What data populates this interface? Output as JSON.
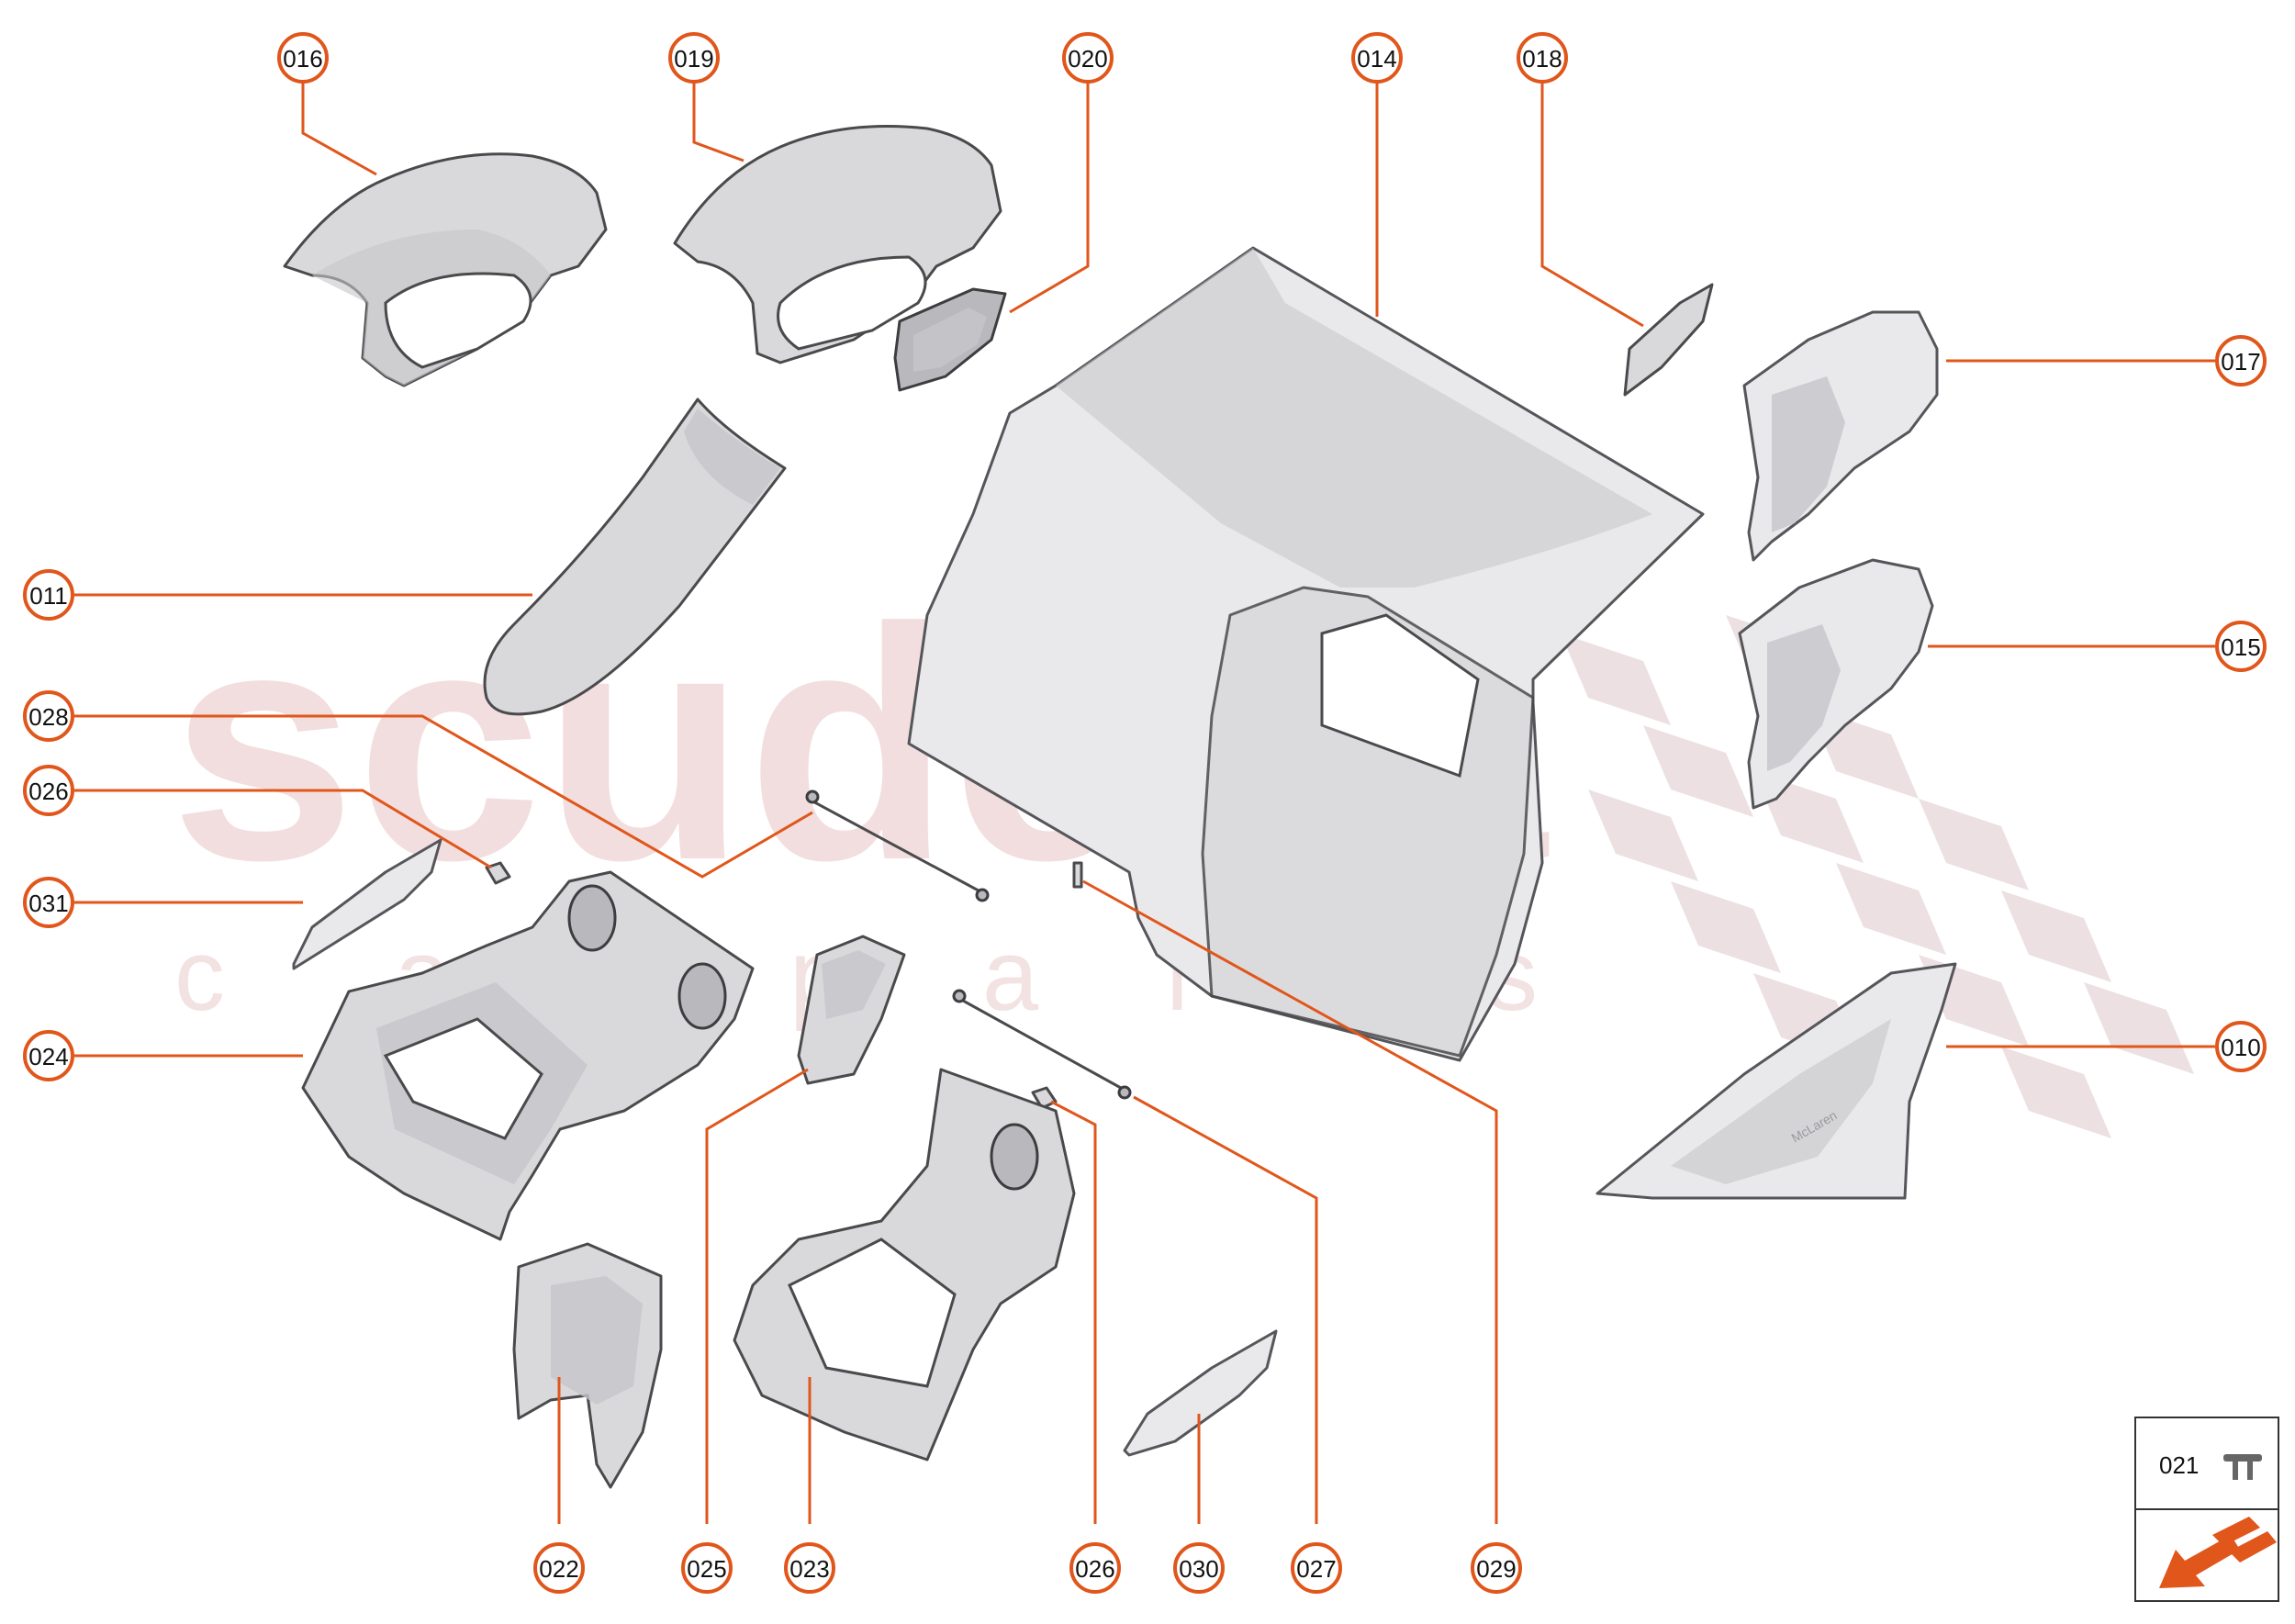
{
  "watermark": {
    "main": "scuderia",
    "sub": [
      "c",
      "a",
      "r",
      "p",
      "a",
      "r",
      "t",
      "s"
    ]
  },
  "callouts": [
    "016",
    "019",
    "020",
    "014",
    "018",
    "017",
    "011",
    "015",
    "028",
    "026",
    "031",
    "010",
    "024",
    "022",
    "025",
    "023",
    "026",
    "030",
    "027",
    "029"
  ],
  "legend": {
    "part_number": "021",
    "fastener_icon": "push-clip-fastener-icon",
    "nav_icon": "arrow-back-icon"
  },
  "part_logo": "McLaren",
  "colors": {
    "callout": "#e0561b",
    "watermark": "#e8c4c4",
    "part_fill": "#d9d9db"
  }
}
